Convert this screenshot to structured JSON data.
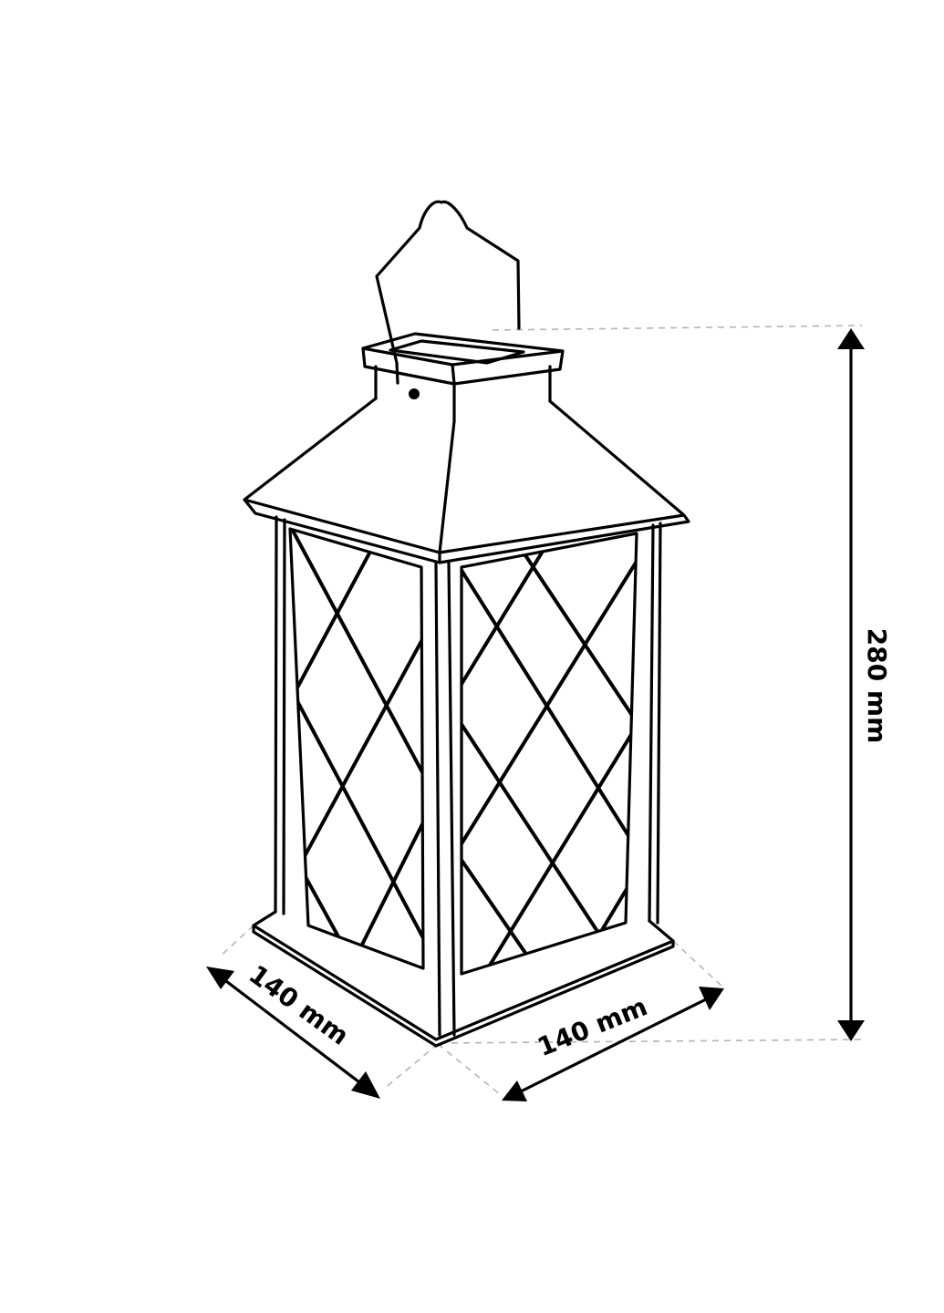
{
  "dimensions": {
    "height_label": "280 mm",
    "width_left_label": "140 mm",
    "width_right_label": "140 mm"
  },
  "colors": {
    "line": "#000000",
    "guide": "#b5b5b5",
    "background": "#ffffff"
  }
}
